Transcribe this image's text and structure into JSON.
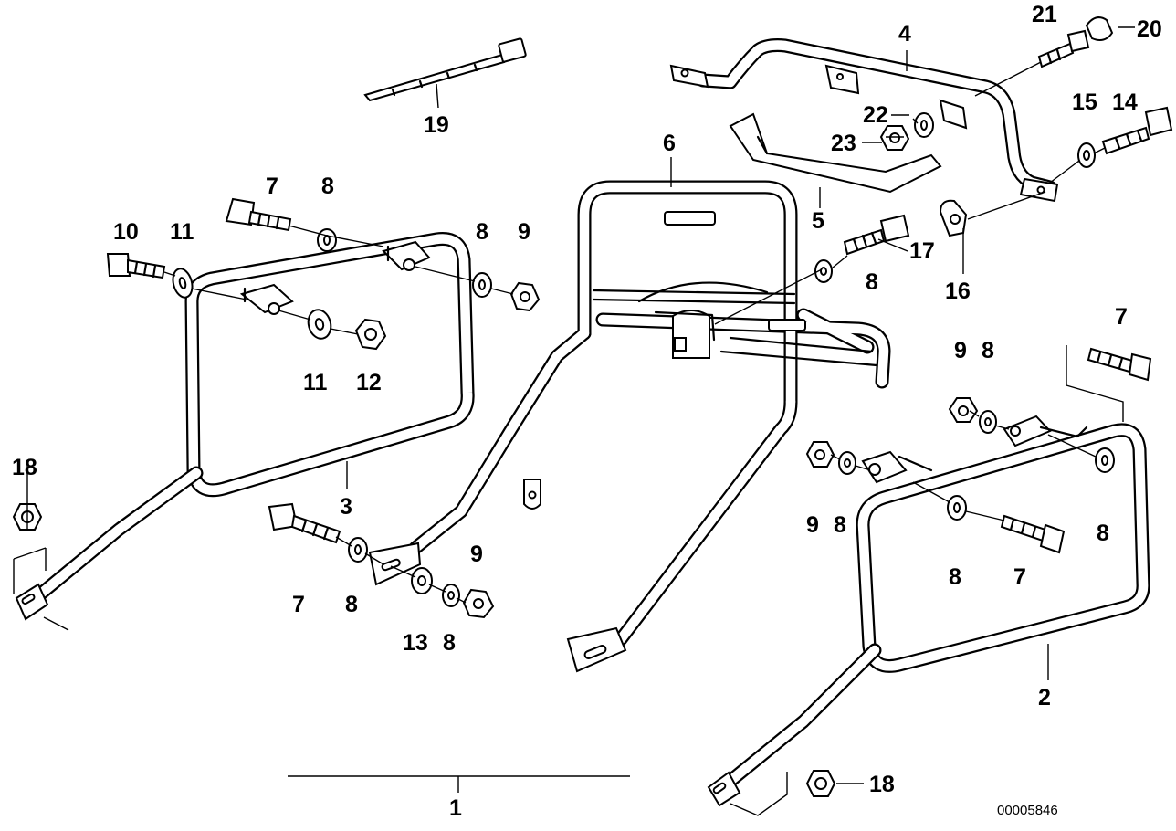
{
  "figure": {
    "reference_code": "00005846",
    "callouts": [
      {
        "id": "c1",
        "text": "1"
      },
      {
        "id": "c2",
        "text": "2"
      },
      {
        "id": "c3",
        "text": "3"
      },
      {
        "id": "c4",
        "text": "4"
      },
      {
        "id": "c5",
        "text": "5"
      },
      {
        "id": "c6",
        "text": "6"
      },
      {
        "id": "c7a",
        "text": "7"
      },
      {
        "id": "c7b",
        "text": "7"
      },
      {
        "id": "c7c",
        "text": "7"
      },
      {
        "id": "c7d",
        "text": "7"
      },
      {
        "id": "c8a",
        "text": "8"
      },
      {
        "id": "c8b",
        "text": "8"
      },
      {
        "id": "c8c",
        "text": "8"
      },
      {
        "id": "c8d",
        "text": "8"
      },
      {
        "id": "c8e",
        "text": "8"
      },
      {
        "id": "c8f",
        "text": "8"
      },
      {
        "id": "c8g",
        "text": "8"
      },
      {
        "id": "c8h",
        "text": "8"
      },
      {
        "id": "c8i",
        "text": "8"
      },
      {
        "id": "c9a",
        "text": "9"
      },
      {
        "id": "c9b",
        "text": "9"
      },
      {
        "id": "c9c",
        "text": "9"
      },
      {
        "id": "c9d",
        "text": "9"
      },
      {
        "id": "c10",
        "text": "10"
      },
      {
        "id": "c11a",
        "text": "11"
      },
      {
        "id": "c11b",
        "text": "11"
      },
      {
        "id": "c12",
        "text": "12"
      },
      {
        "id": "c13",
        "text": "13"
      },
      {
        "id": "c14",
        "text": "14"
      },
      {
        "id": "c15",
        "text": "15"
      },
      {
        "id": "c16",
        "text": "16"
      },
      {
        "id": "c17",
        "text": "17"
      },
      {
        "id": "c18a",
        "text": "18"
      },
      {
        "id": "c18b",
        "text": "18"
      },
      {
        "id": "c19",
        "text": "19"
      },
      {
        "id": "c20",
        "text": "20"
      },
      {
        "id": "c21",
        "text": "21"
      },
      {
        "id": "c22",
        "text": "22"
      },
      {
        "id": "c23",
        "text": "23"
      }
    ]
  }
}
